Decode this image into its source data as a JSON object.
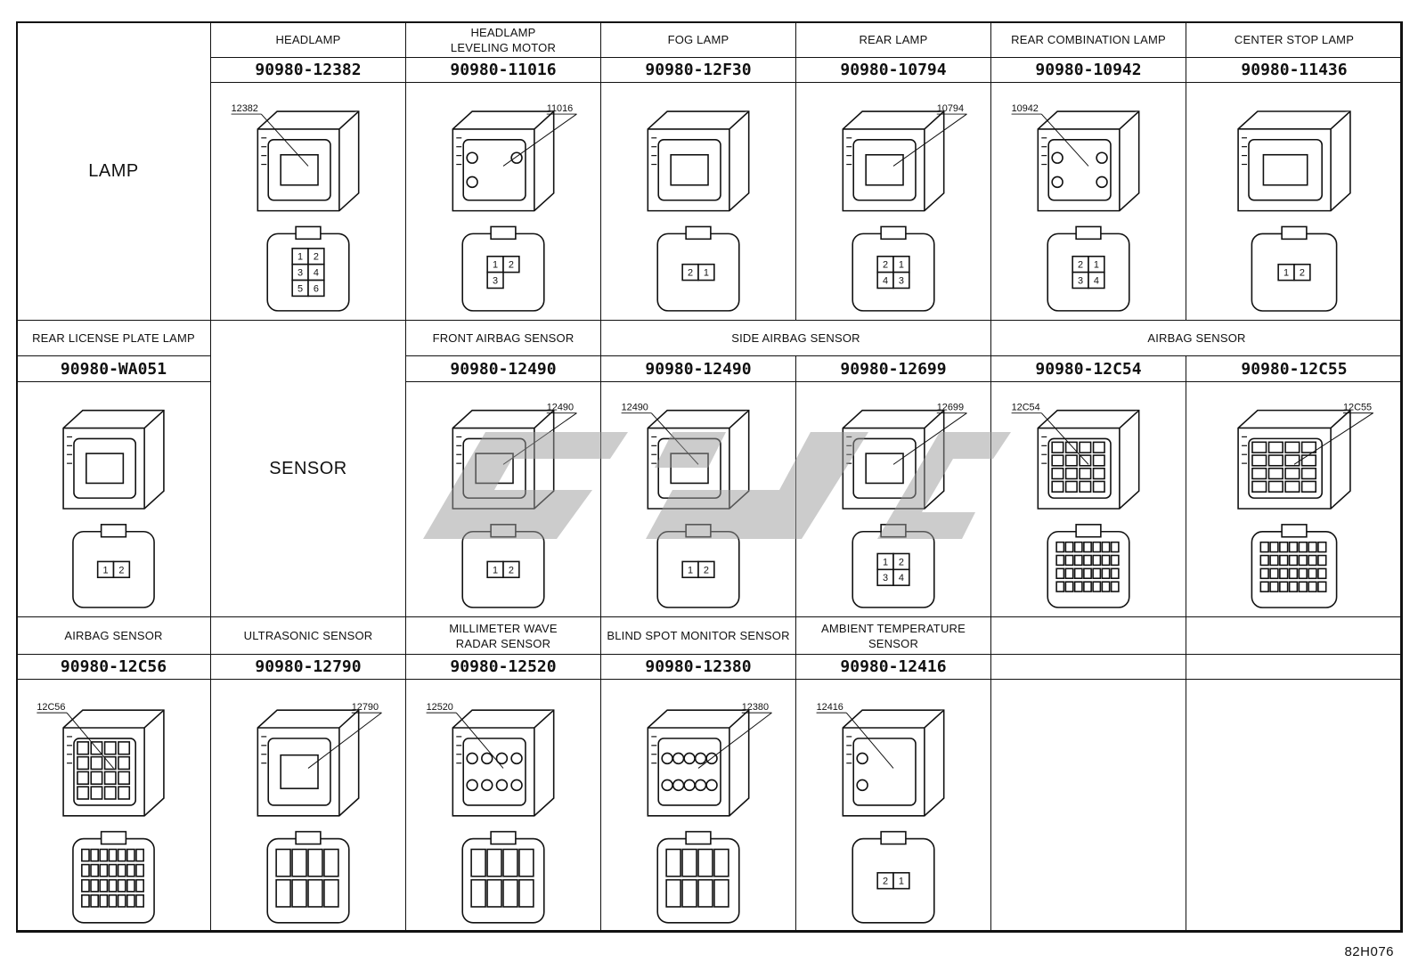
{
  "sheet": {
    "drawing_code": "82H076",
    "watermark_text": "sysc",
    "categories": [
      {
        "key": "lamp",
        "label": "LAMP"
      },
      {
        "key": "sensor",
        "label": "SENSOR"
      }
    ],
    "group_headers": [
      {
        "key": "front-airbag",
        "label": "FRONT AIRBAG SENSOR"
      },
      {
        "key": "side-airbag",
        "label": "SIDE AIRBAG SENSOR"
      },
      {
        "key": "airbag",
        "label": "AIRBAG SENSOR"
      }
    ],
    "connectors": [
      {
        "key": "headlamp",
        "title": "HEADLAMP",
        "part_number": "90980-12382",
        "callout": "12382",
        "face": "grid-2x3",
        "pins": [
          "1",
          "2",
          "3",
          "4",
          "5",
          "6"
        ]
      },
      {
        "key": "headlamp-leveling-motor",
        "title": "HEADLAMP\nLEVELING MOTOR",
        "part_number": "90980-11016",
        "callout": "11016",
        "face": "tri-3",
        "pins": [
          "1",
          "2",
          "3"
        ]
      },
      {
        "key": "fog-lamp",
        "title": "FOG LAMP",
        "part_number": "90980-12F30",
        "callout": "",
        "face": "two-small",
        "pins": [
          "2",
          "1"
        ]
      },
      {
        "key": "rear-lamp",
        "title": "REAR LAMP",
        "part_number": "90980-10794",
        "callout": "10794",
        "face": "grid-2x2",
        "pins": [
          "2",
          "1",
          "4",
          "3"
        ]
      },
      {
        "key": "rear-combination-lamp",
        "title": "REAR COMBINATION LAMP",
        "part_number": "90980-10942",
        "callout": "10942",
        "face": "grid-2x2-small",
        "pins": [
          "2",
          "1",
          "3",
          "4"
        ]
      },
      {
        "key": "center-stop-lamp",
        "title": "CENTER STOP LAMP",
        "part_number": "90980-11436",
        "callout": "",
        "face": "two-wide",
        "pins": [
          "1",
          "2"
        ]
      },
      {
        "key": "rear-license-plate-lamp",
        "title": "REAR LICENSE PLATE LAMP",
        "part_number": "90980-WA051",
        "callout": "",
        "face": "two-pin",
        "pins": [
          "1",
          "2"
        ]
      },
      {
        "key": "front-airbag-sensor",
        "title": "",
        "part_number": "90980-12490",
        "callout": "12490",
        "face": "airbag-2",
        "pins": [
          "1",
          "2"
        ]
      },
      {
        "key": "side-airbag-sensor-1",
        "title": "",
        "part_number": "90980-12490",
        "callout": "12490",
        "face": "airbag-2",
        "pins": [
          "1",
          "2"
        ]
      },
      {
        "key": "side-airbag-sensor-2",
        "title": "",
        "part_number": "90980-12699",
        "callout": "12699",
        "face": "four-row",
        "pins": [
          "1",
          "2",
          "3",
          "4"
        ]
      },
      {
        "key": "airbag-sensor-1",
        "title": "",
        "part_number": "90980-12C54",
        "callout": "12C54",
        "face": "multi",
        "pins": []
      },
      {
        "key": "airbag-sensor-2",
        "title": "",
        "part_number": "90980-12C55",
        "callout": "12C55",
        "face": "multi",
        "pins": []
      },
      {
        "key": "airbag-sensor-3",
        "title": "AIRBAG SENSOR",
        "part_number": "90980-12C56",
        "callout": "12C56",
        "face": "multi",
        "pins": []
      },
      {
        "key": "ultrasonic-sensor",
        "title": "ULTRASONIC SENSOR",
        "part_number": "90980-12790",
        "callout": "12790",
        "face": "grid-small",
        "pins": []
      },
      {
        "key": "millimeter-wave-radar-sensor",
        "title": "MILLIMETER WAVE\nRADAR SENSOR",
        "part_number": "90980-12520",
        "callout": "12520",
        "face": "round-8",
        "pins": []
      },
      {
        "key": "blind-spot-monitor-sensor",
        "title": "BLIND SPOT MONITOR SENSOR",
        "part_number": "90980-12380",
        "callout": "12380",
        "face": "round-10",
        "pins": []
      },
      {
        "key": "ambient-temperature-sensor",
        "title": "AMBIENT TEMPERATURE\nSENSOR",
        "part_number": "90980-12416",
        "callout": "12416",
        "face": "round-2",
        "pins": [
          "2",
          "1"
        ]
      }
    ]
  }
}
